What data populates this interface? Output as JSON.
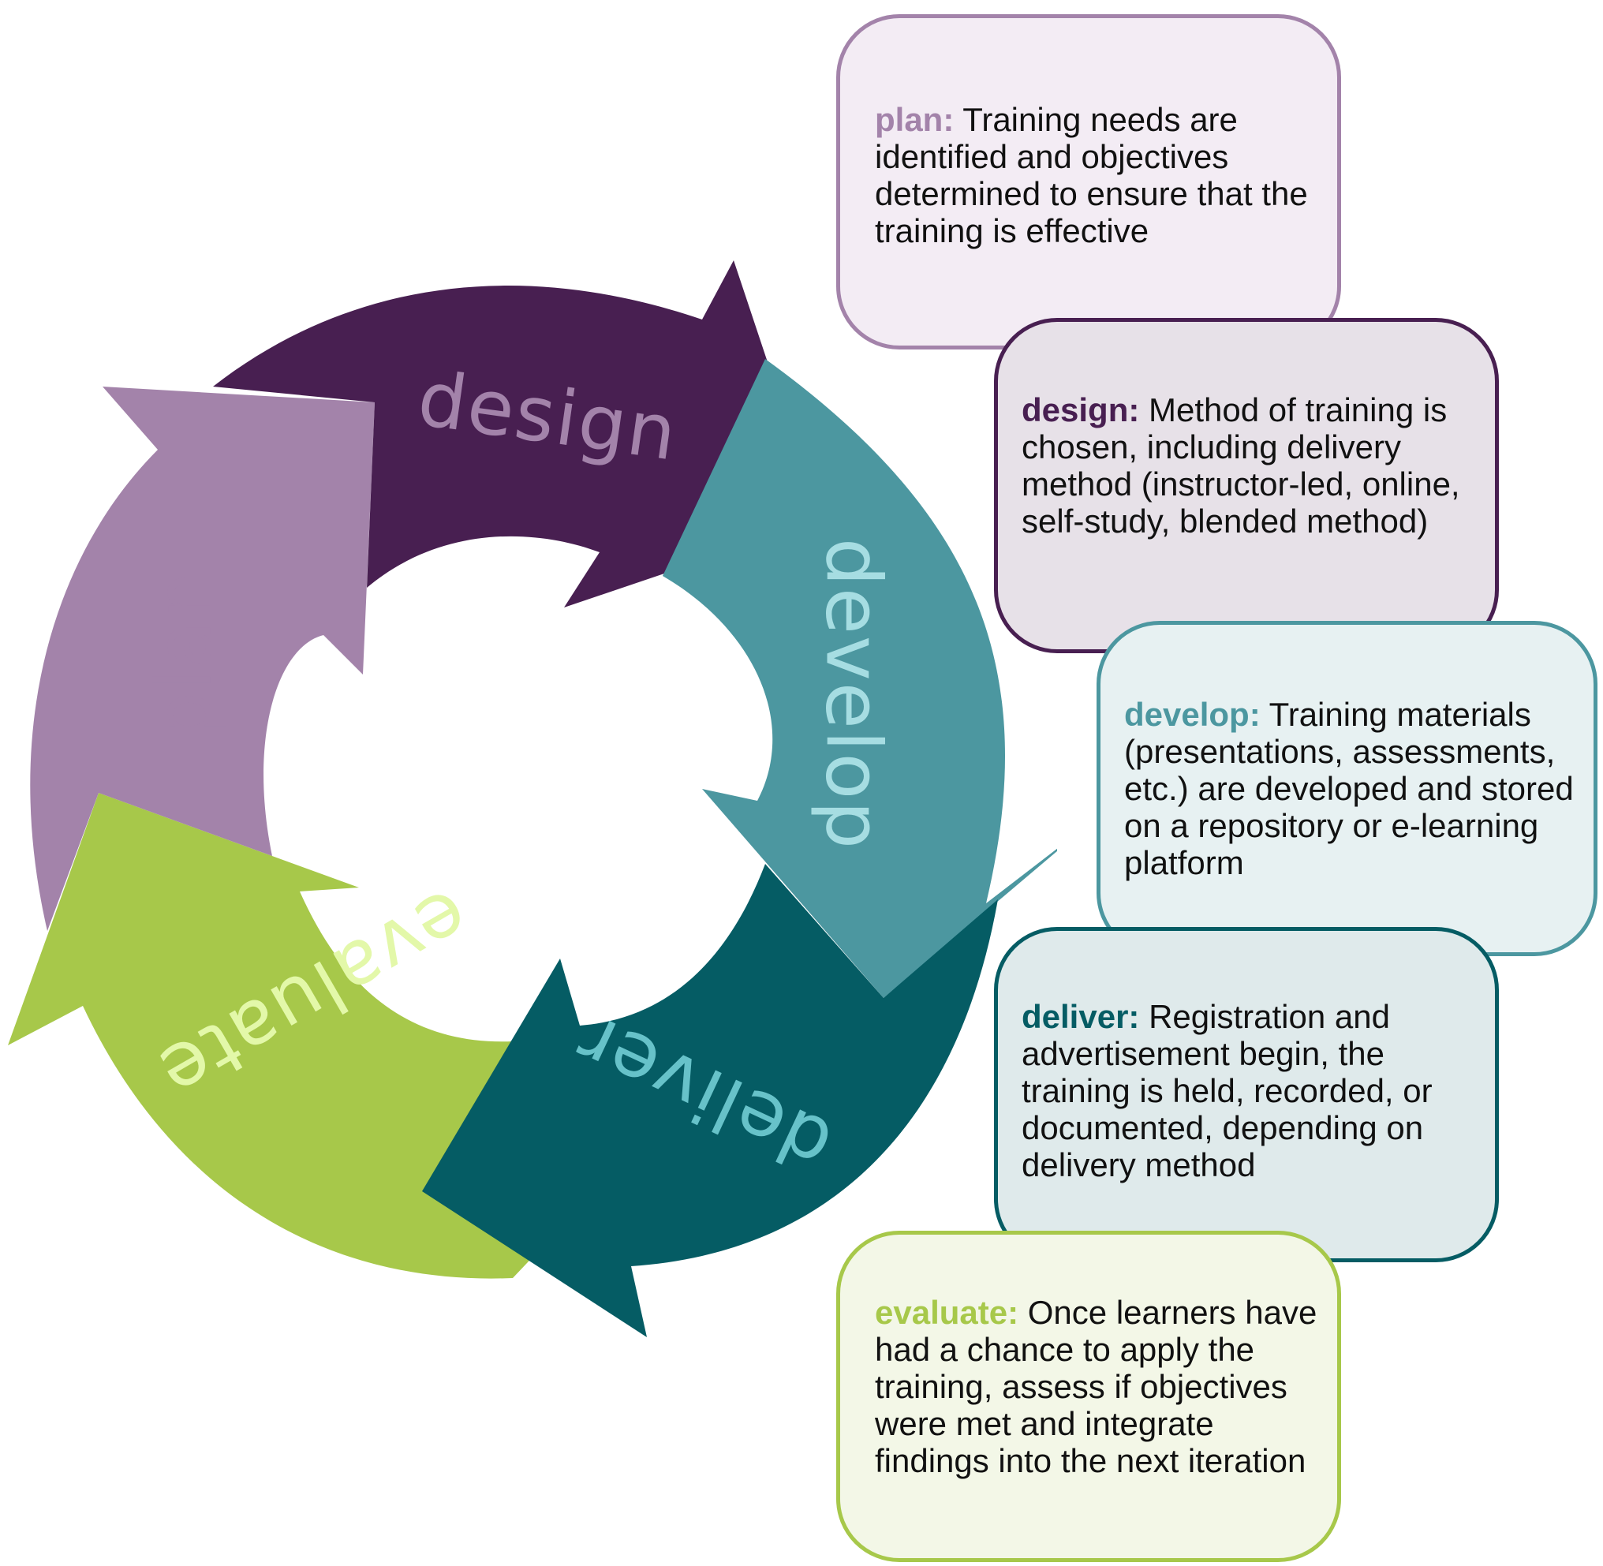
{
  "colors": {
    "plan": "#a383aa",
    "design": "#481f51",
    "develop": "#4c97a0",
    "deliver": "#055c64",
    "evaluate": "#a7c84a",
    "plan_box_bg": "#f3ecf4",
    "design_box_bg": "#e7e1e8",
    "develop_box_bg": "#e7f1f2",
    "deliver_box_bg": "#dfeaeb",
    "evaluate_box_bg": "#f3f7e7",
    "plan_label": "#a383aa",
    "design_label": "#a383aa",
    "develop_label": "#a6dde2",
    "deliver_label": "#67c2c9",
    "evaluate_label": "#e3f8a9"
  },
  "cycle": {
    "plan": "plan",
    "design": "design",
    "develop": "develop",
    "deliver": "deliver",
    "evaluate": "evaluate"
  },
  "boxes": [
    {
      "id": "plan",
      "term": "plan:",
      "text": " Training needs are identified and objectives determined to ensure that the training is effective"
    },
    {
      "id": "design",
      "term": "design:",
      "text": " Method of training is chosen, including delivery method (instructor-led, online, self-study, blended method)"
    },
    {
      "id": "develop",
      "term": "develop:",
      "text": " Training materials (presentations, assessments, etc.) are developed and stored on a repository or e-learning platform"
    },
    {
      "id": "deliver",
      "term": "deliver:",
      "text": " Registration and advertisement begin, the training is held, recorded, or documented, depending on delivery method"
    },
    {
      "id": "evaluate",
      "term": "evaluate:",
      "text": " Once learners have had a chance to apply the training, assess if objectives were met and integrate findings into the next iteration"
    }
  ]
}
